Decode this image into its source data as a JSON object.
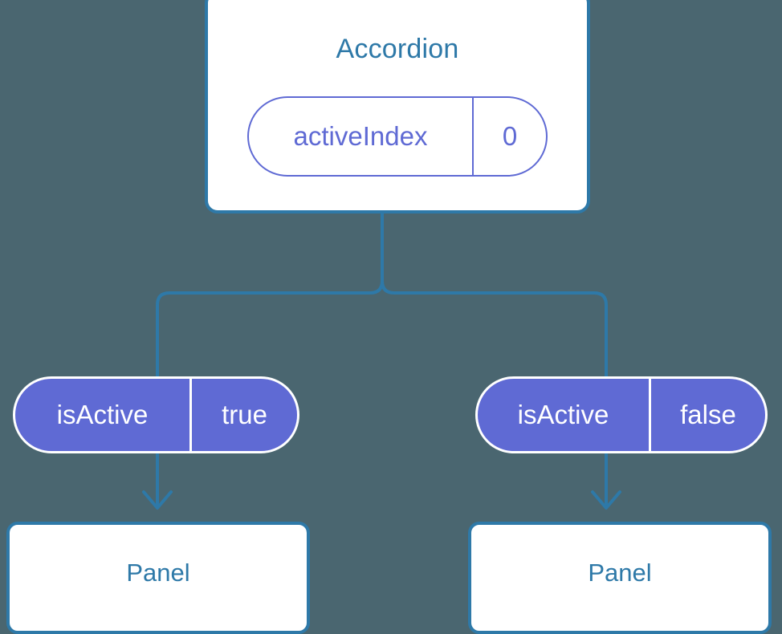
{
  "diagram": {
    "background_color": "#4a6670",
    "accent_blue": "#2e79a8",
    "accent_purple": "#5f6ad4",
    "root": {
      "title": "Accordion",
      "prop": {
        "key": "activeIndex",
        "value": "0"
      }
    },
    "branches": [
      {
        "prop": {
          "key": "isActive",
          "value": "true"
        },
        "child": {
          "title": "Panel"
        }
      },
      {
        "prop": {
          "key": "isActive",
          "value": "false"
        },
        "child": {
          "title": "Panel"
        }
      }
    ]
  }
}
